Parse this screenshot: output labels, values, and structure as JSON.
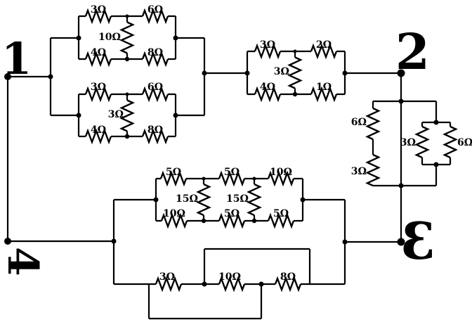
{
  "nodes": {
    "n1": "1",
    "n2": "2",
    "n3": "3",
    "n4": "4"
  },
  "bridge_top_left": {
    "top_left": "3Ω",
    "top_right": "6Ω",
    "middle": "10Ω",
    "bottom_left": "4Ω",
    "bottom_right": "8Ω"
  },
  "bridge_mid_left": {
    "top_left": "3Ω",
    "top_right": "6Ω",
    "middle": "3Ω",
    "bottom_left": "4Ω",
    "bottom_right": "8Ω"
  },
  "bridge_top_right": {
    "top_left": "3Ω",
    "top_right": "2Ω",
    "middle": "3Ω",
    "bottom_left": "4Ω",
    "bottom_right": "1Ω"
  },
  "right_branch": {
    "series_top": "6Ω",
    "series_bottom": "3Ω",
    "parallel_left": "3Ω",
    "parallel_right": "6Ω"
  },
  "ladder": {
    "top_left": "5Ω",
    "top_mid": "5Ω",
    "top_right": "10Ω",
    "mid_left": "15Ω",
    "mid_right": "15Ω",
    "bottom_left": "10Ω",
    "bottom_mid": "5Ω",
    "bottom_right": "5Ω"
  },
  "bottom_chain": {
    "left": "3Ω",
    "middle": "10Ω",
    "right": "8Ω"
  }
}
